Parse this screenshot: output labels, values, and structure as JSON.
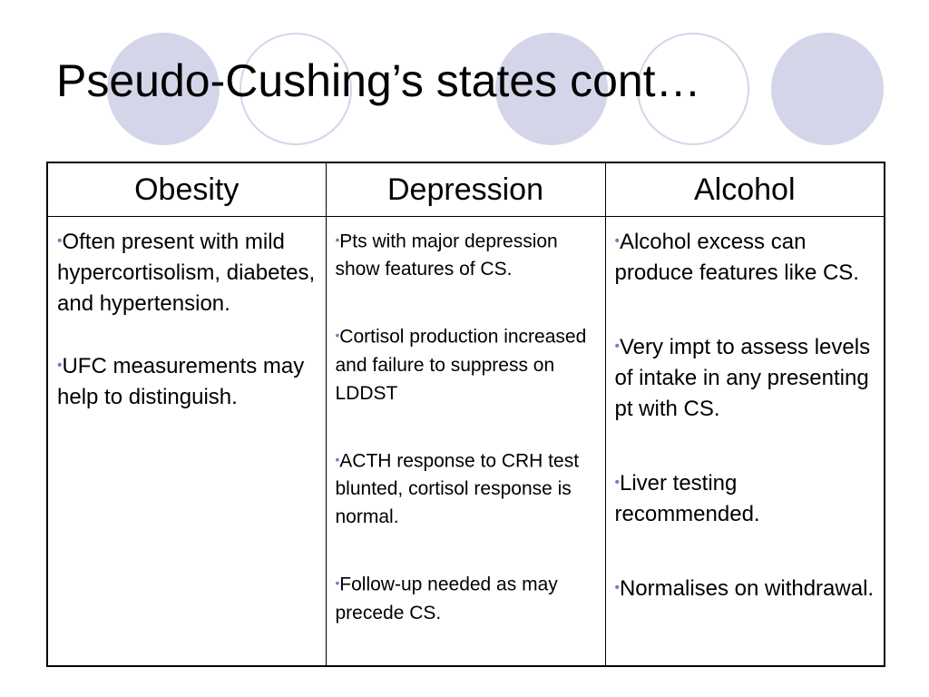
{
  "slide": {
    "title": "Pseudo-Cushing’s states cont…"
  },
  "decorations": {
    "circles": [
      {
        "style": "filled",
        "color": "#d5d5ea"
      },
      {
        "style": "outline",
        "color": "#d5d5ea"
      },
      {
        "style": "filled",
        "color": "#d5d5ea"
      },
      {
        "style": "outline",
        "color": "#d5d5ea"
      },
      {
        "style": "filled",
        "color": "#d5d5ea"
      }
    ],
    "bullet_glyph": "•",
    "bullet_color": "#7b7bbd"
  },
  "table": {
    "headers": [
      "Obesity",
      "Depression",
      "Alcohol"
    ],
    "columns": [
      [
        "Often present with mild hypercortisolism, diabetes, and hypertension.",
        "UFC measurements may help to distinguish."
      ],
      [
        "Pts with major depression show features of CS.",
        "Cortisol production increased and failure to suppress on LDDST",
        "ACTH response to CRH test blunted, cortisol response is normal.",
        "Follow-up needed as may precede CS."
      ],
      [
        "Alcohol excess can produce features like CS.",
        "Very impt to assess levels of intake in any presenting pt with CS.",
        "Liver testing recommended.",
        "Normalises on withdrawal."
      ]
    ]
  }
}
